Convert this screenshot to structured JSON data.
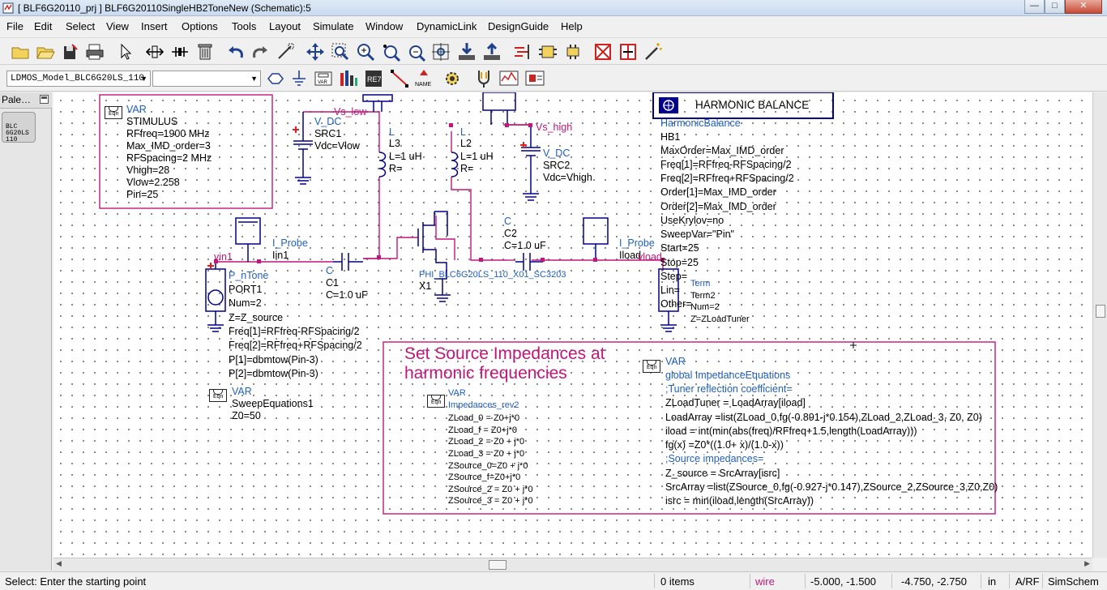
{
  "window": {
    "title": "[ BLF6G20110_prj ] BLF6G20110SingleHB2ToneNew (Schematic):5"
  },
  "menu": [
    "File",
    "Edit",
    "Select",
    "View",
    "Insert",
    "Options",
    "Tools",
    "Layout",
    "Simulate",
    "Window",
    "DynamicLink",
    "DesignGuide",
    "Help"
  ],
  "toolbar2": {
    "library_combo": "LDMOS_Model_BLC6G20LS_110",
    "component_combo": ""
  },
  "palette": {
    "title": "Pale…",
    "item_label": "BLC\n6G20LS\n110"
  },
  "schematic": {
    "var_stimulus": {
      "label": "VAR",
      "name": "STIMULUS",
      "lines": [
        "RFfreq=1900 MHz",
        "Max_IMD_order=3",
        "RFSpacing=2 MHz",
        "Vhigh=28",
        "Vlow=2.258",
        "Pin=25"
      ]
    },
    "vdc_src1": {
      "type": "V_DC",
      "name": "SRC1",
      "param": "Vdc=Vlow"
    },
    "vdc_src2": {
      "type": "V_DC",
      "name": "SRC2",
      "param": "Vdc=Vhigh"
    },
    "net_vs_low": "Vs_low",
    "net_vs_high": "Vs_high",
    "inductor_l3": {
      "type": "L",
      "name": "L3",
      "value": "L=1 uH",
      "r": "R="
    },
    "inductor_l2": {
      "type": "L",
      "name": "L2",
      "value": "L=1 uH",
      "r": "R="
    },
    "probe_iin": {
      "type": "I_Probe",
      "name": "Iin1"
    },
    "probe_iload": {
      "type": "I_Probe",
      "name": "Iload"
    },
    "net_vin": "vin1",
    "net_vload": "vload",
    "cap_c1": {
      "type": "C",
      "name": "C1",
      "value": "C=1.0 uF"
    },
    "cap_c2": {
      "type": "C",
      "name": "C2",
      "value": "C=1.0 uF"
    },
    "transistor": {
      "label": "PHI_BLC6G20LS_110_X01_SC3203",
      "name": "X1"
    },
    "source": {
      "type": "P_nTone",
      "lines": [
        "PORT1",
        "Num=2",
        "Z=Z_source",
        "Freq[1]=RFfreq-RFSpacing/2",
        "Freq[2]=RFfreq+RFSpacing/2",
        "P[1]=dbmtow(Pin-3)",
        "P[2]=dbmtow(Pin-3)"
      ]
    },
    "term": {
      "type": "Term",
      "lines": [
        "Term2",
        "Num=2",
        "Z=ZLoadTuner"
      ]
    },
    "var_sweep": {
      "label": "VAR",
      "name": "SweepEquations1",
      "param": "Z0=50"
    },
    "hb": {
      "box_title": "HARMONIC BALANCE",
      "type": "HarmonicBalance",
      "lines": [
        "HB1",
        "MaxOrder=Max_IMD_order",
        "Freq[1]=RFfreq-RFSpacing/2",
        "Freq[2]=RFfreq+RFSpacing/2",
        "Order[1]=Max_IMD_order",
        "Order[2]=Max_IMD_order",
        "UseKrylov=no",
        "SweepVar=\"Pin\"",
        "Start=25",
        "Stop=25",
        "Step=",
        "Lin=",
        "Other="
      ]
    },
    "annotation": {
      "line1": "Set Source Impedances at",
      "line2": "harmonic frequencies"
    },
    "var_impedances": {
      "label": "VAR",
      "name": "Impedances_rev2",
      "lines": [
        "ZLoad_0 = Z0+j*0",
        "ZLoad_f = Z0+j*0",
        "ZLoad_2 = Z0 + j*0",
        "ZLoad_3 = Z0 + j*0",
        "ZSource_0=Z0 + j*0",
        "ZSource_f=Z0+j*0",
        "ZSource_2 = Z0 + j*0",
        "ZSource_3 = Z0 + j*0"
      ]
    },
    "var_global": {
      "label": "VAR",
      "lines": [
        "global ImpedanceEquations",
        ";Tuner reflection coefficient=",
        "ZLoadTuner = LoadArray[iload]",
        "LoadArray =list(ZLoad_0,fg(-0.891-j*0.154),ZLoad_2,ZLoad_3, Z0, Z0)",
        "iload = int(min(abs(freq)/RFfreq+1.5,length(LoadArray)))",
        "fg(x) =Z0*((1.0+ x)/(1.0-x))",
        ";Source impedances=",
        "Z_source = SrcArray[isrc]",
        "SrcArray =list(ZSource_0,fg(-0.927-j*0.147),ZSource_2,ZSource_3,Z0,Z0)",
        "isrc = min(iload,length(SrcArray))"
      ]
    }
  },
  "status": {
    "message": "Select: Enter the starting point",
    "items": "0 items",
    "mode": "wire",
    "coord1": "-5.000, -1.500",
    "coord2": "-4.750, -2.750",
    "unit": "in",
    "ctx": "A/RF",
    "app": "SimSchem"
  },
  "colors": {
    "wire": "#c0177a",
    "component": "#00008b",
    "label_blue": "#1f5fc2",
    "title_magenta": "#c0177a"
  }
}
